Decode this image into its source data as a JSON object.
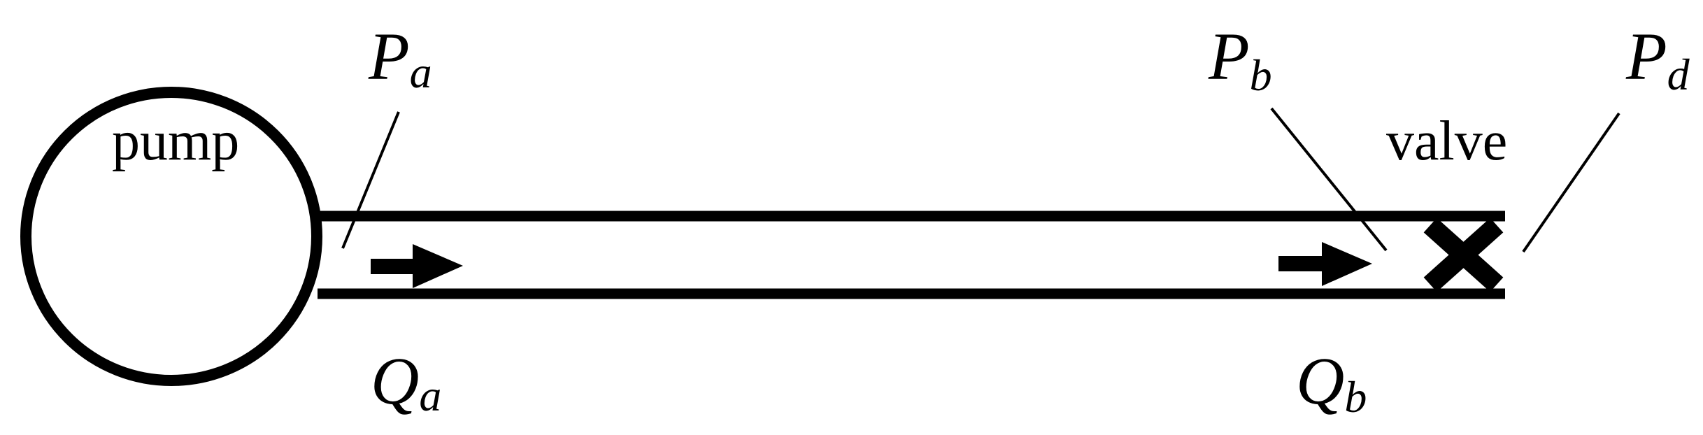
{
  "diagram": {
    "pump_label": "pump",
    "valve_label": "valve",
    "points": {
      "pa": {
        "symbol": "P",
        "sub": "a"
      },
      "pb": {
        "symbol": "P",
        "sub": "b"
      },
      "pd": {
        "symbol": "P",
        "sub": "d"
      },
      "qa": {
        "symbol": "Q",
        "sub": "a"
      },
      "qb": {
        "symbol": "Q",
        "sub": "b"
      }
    }
  },
  "colors": {
    "stroke": "#000000",
    "background": "#ffffff"
  }
}
